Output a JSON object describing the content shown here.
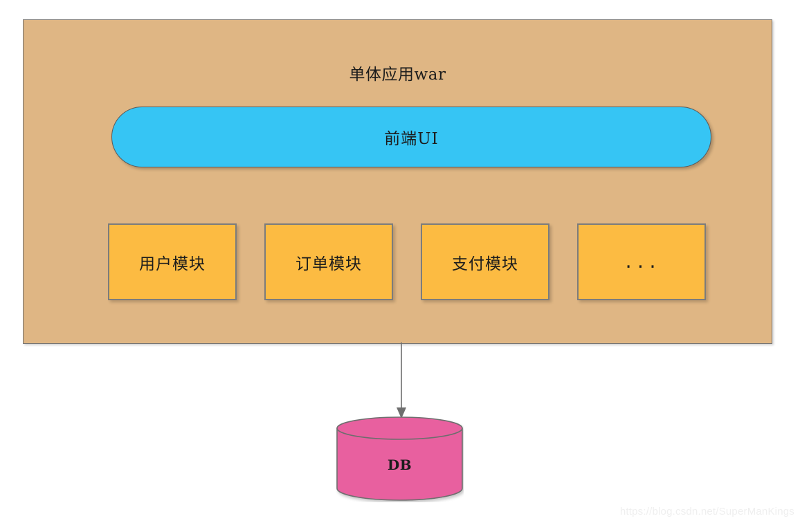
{
  "diagram": {
    "title": "单体应用war",
    "background_color": "#ffffff",
    "container": {
      "label": "单体应用war",
      "fill_color": "#dfb684",
      "stroke_color": "#77736f"
    },
    "ui_layer": {
      "label": "前端UI",
      "fill_color": "#36c5f4",
      "stroke_color": "#5a5a5a",
      "shape": "rounded-pill"
    },
    "modules": {
      "fill_color": "#fcbb42",
      "stroke_color": "#7c7c7c",
      "items": [
        {
          "label": "用户模块"
        },
        {
          "label": "订单模块"
        },
        {
          "label": "支付模块"
        },
        {
          "label": "..."
        }
      ]
    },
    "connector": {
      "name": "arrow-down",
      "stroke_color": "#6e6e6e",
      "direction": "down"
    },
    "database": {
      "label": "DB",
      "fill_color": "#e8609f",
      "stroke_color": "#6e6e6e",
      "shape": "cylinder"
    }
  },
  "watermark": {
    "text": "https://blog.csdn.net/SuperManKings",
    "color": "#efefef"
  }
}
